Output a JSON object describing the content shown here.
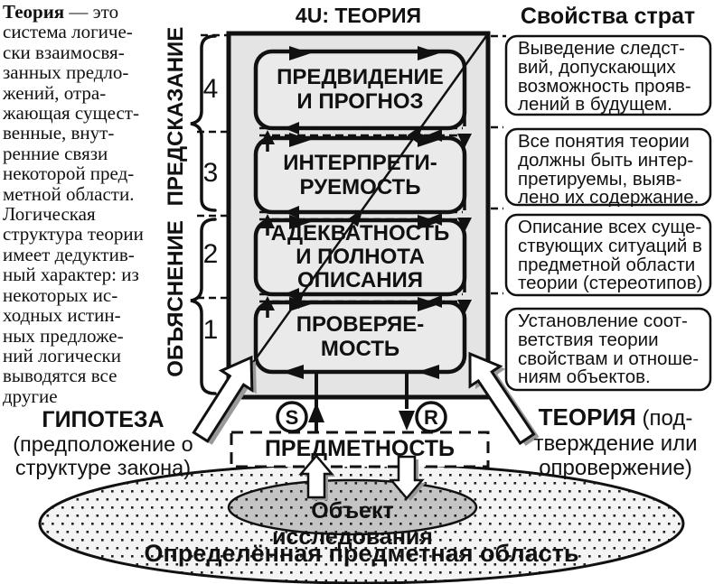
{
  "title": "4U: ТЕОРИЯ",
  "right_heading": "Свойства страт",
  "left_paragraph": {
    "lead": "Теория",
    "line1_rest": " — это",
    "lines": [
      "система логиче-",
      "ски взаимосвя-",
      "занных предло-",
      "жений, отра-",
      "жающая сущест-",
      "венные, внут-",
      "ренние связи",
      "некоторой пред-",
      "метной области.",
      "Логическая",
      "структура теории",
      "имеет дедуктив-",
      "ный характер: из",
      "некоторых ис-",
      "ходных истин-",
      "ных предложе-",
      "ний логически",
      "выводятся все",
      "другие"
    ]
  },
  "axis": {
    "prediction": "ПРЕДСКАЗАНИЕ",
    "explanation": "ОБЪЯСНЕНИЕ"
  },
  "strata": [
    {
      "num": "4",
      "label": [
        "ПРЕДВИДЕНИЕ",
        "И ПРОГНОЗ"
      ],
      "property": [
        "Выведение следст-",
        "вий, допускающих",
        "возможность прояв-",
        "лений в будущем."
      ]
    },
    {
      "num": "3",
      "label": [
        "ИНТЕРПРЕТИ-",
        "РУЕМОСТЬ"
      ],
      "property": [
        "Все понятия теории",
        "должны быть интер-",
        "претируемы, выяв-",
        "лено их содержание."
      ]
    },
    {
      "num": "2",
      "label": [
        "АДЕКВАТНОСТЬ",
        "И ПОЛНОТА",
        "ОПИСАНИЯ"
      ],
      "property": [
        "Описание всех суще-",
        "ствующих ситуаций в",
        "предметной области",
        "теории (стереотипов)"
      ]
    },
    {
      "num": "1",
      "label": [
        "ПРОВЕРЯЕ-",
        "МОСТЬ"
      ],
      "property": [
        "Установление соот-",
        "ветствия теории",
        "свойствам и отноше-",
        "ниям объектов."
      ]
    }
  ],
  "hypothesis": {
    "heading": "ГИПОТЕЗА",
    "lines": [
      "(предположение о",
      "структуре закона)"
    ]
  },
  "theory_note": {
    "lead": "ТЕОРИЯ",
    "line1_rest": " (под-",
    "lines": [
      "тверждение или",
      "опровержение)"
    ]
  },
  "stimulus_label": "S",
  "reaction_label": "R",
  "objectness_label": "ПРЕДМЕТНОСТЬ",
  "research_object_label": "Объект исследования",
  "domain_area_label": "Определённая предметная область",
  "colors": {
    "ink": "#111111",
    "theory_box_fill": "#e4e4e4",
    "stratum_fill": "#eaeaea",
    "object_ellipse_fill": "#c4c4c4",
    "arrow_shadow": "#999999"
  }
}
